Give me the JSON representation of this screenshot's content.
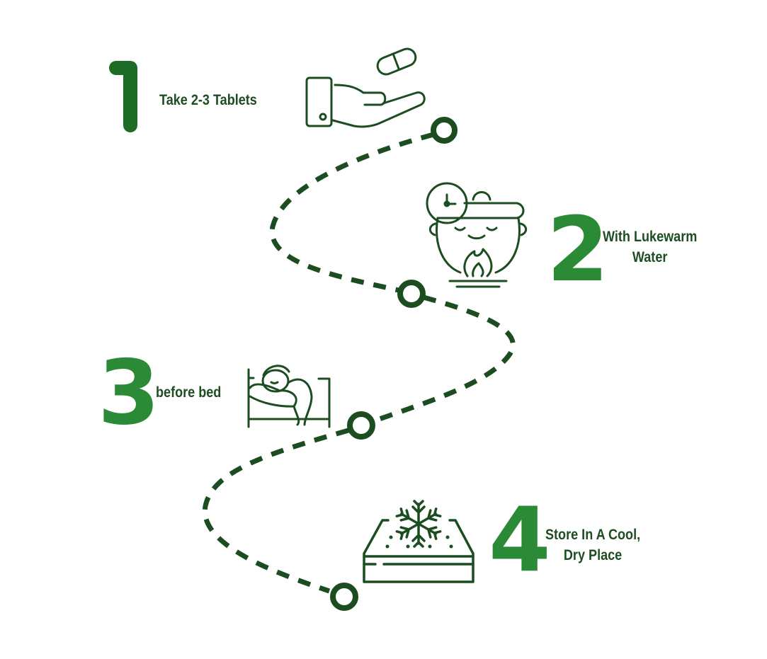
{
  "colors": {
    "dark": "#1b4d20",
    "step1": "#1e6b25",
    "accent": "#2a8a36"
  },
  "steps": [
    {
      "number": "1",
      "lines": [
        "Take 2-3 Tablets"
      ],
      "icon": "hand-pill-icon"
    },
    {
      "number": "2",
      "lines": [
        "With Lukewarm",
        "Water"
      ],
      "icon": "pot-timer-icon"
    },
    {
      "number": "3",
      "lines": [
        "before bed"
      ],
      "icon": "sleeping-person-icon"
    },
    {
      "number": "4",
      "lines": [
        "Store In A Cool,",
        "Dry Place"
      ],
      "icon": "snowflake-box-icon"
    }
  ]
}
